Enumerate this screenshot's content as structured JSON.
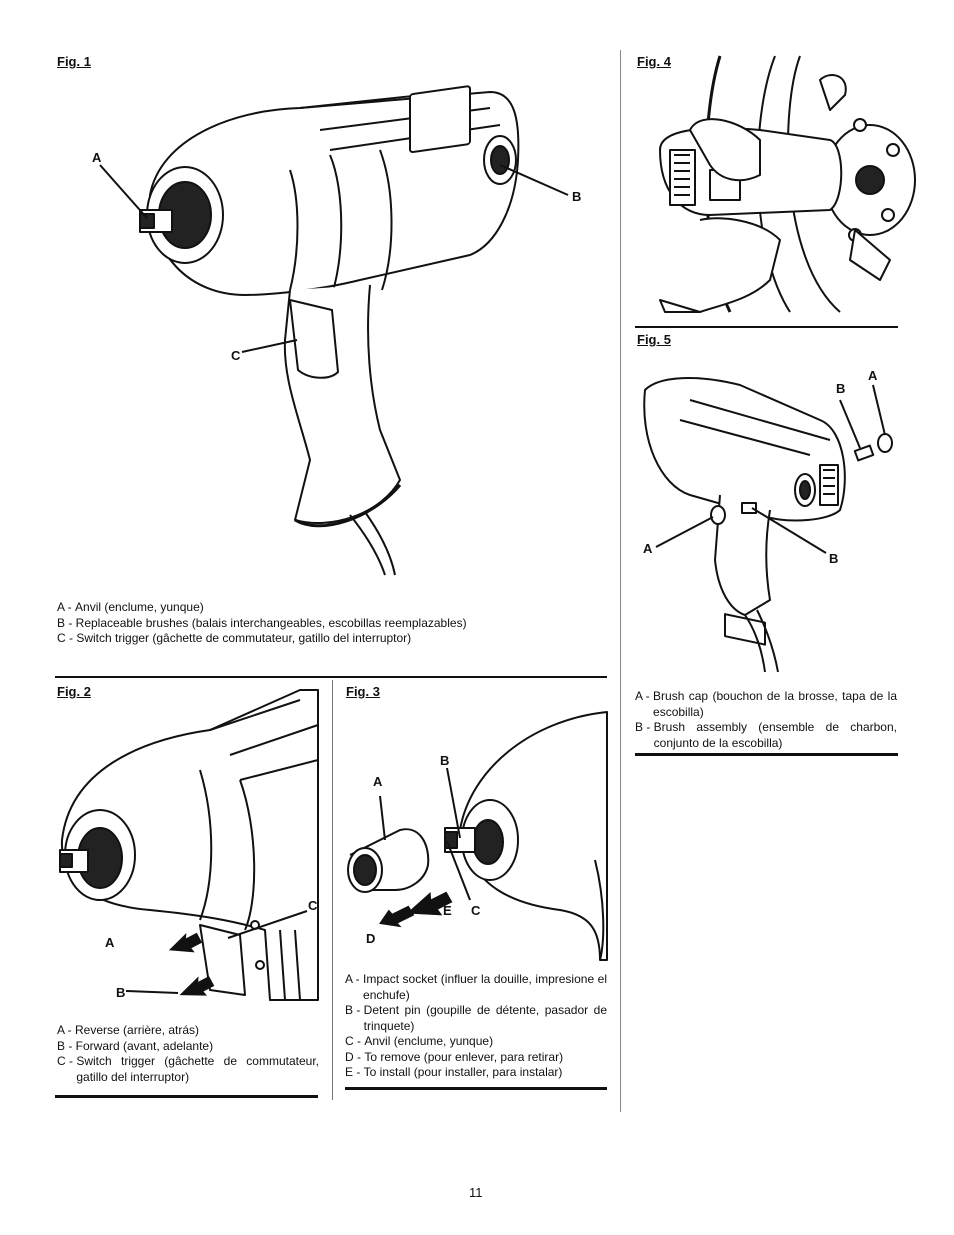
{
  "page_number": "11",
  "fig1": {
    "title": "Fig. 1",
    "callouts": {
      "a": "A",
      "b": "B",
      "c": "C"
    },
    "legend": [
      {
        "key": "A - ",
        "text": "Anvil (enclume, yunque)"
      },
      {
        "key": "B - ",
        "text": "Replaceable brushes (balais interchangeables, escobillas reemplazables)"
      },
      {
        "key": "C - ",
        "text": "Switch trigger (gâchette de commutateur, gatillo del interruptor)"
      }
    ]
  },
  "fig2": {
    "title": "Fig. 2",
    "callouts": {
      "a": "A",
      "b": "B",
      "c": "C"
    },
    "legend": [
      {
        "key": "A - ",
        "text": "Reverse (arrière, atrás)"
      },
      {
        "key": "B - ",
        "text": "Forward (avant, adelante)"
      },
      {
        "key": "C - ",
        "text": "Switch trigger (gâchette de commutateur, gatillo del interruptor)"
      }
    ]
  },
  "fig3": {
    "title": "Fig. 3",
    "callouts": {
      "a": "A",
      "b": "B",
      "c": "C",
      "d": "D",
      "e": "E"
    },
    "legend": [
      {
        "key": "A - ",
        "text": "Impact socket (influer la douille, impresione el enchufe)"
      },
      {
        "key": "B - ",
        "text": "Detent pin (goupille de détente, pasador de trinquete)"
      },
      {
        "key": "C - ",
        "text": "Anvil (enclume, yunque)"
      },
      {
        "key": "D - ",
        "text": "To remove (pour enlever, para retirar)"
      },
      {
        "key": "E - ",
        "text": "To install (pour installer, para instalar)"
      }
    ]
  },
  "fig4": {
    "title": "Fig. 4"
  },
  "fig5": {
    "title": "Fig. 5",
    "callouts": {
      "a_top": "A",
      "b_top": "B",
      "a_left": "A",
      "b_right": "B"
    },
    "legend": [
      {
        "key": "A - ",
        "text": "Brush cap (bouchon de la brosse, tapa de la escobilla)"
      },
      {
        "key": "B - ",
        "text": "Brush assembly (ensemble de charbon, conjunto de la escobilla)"
      }
    ]
  }
}
